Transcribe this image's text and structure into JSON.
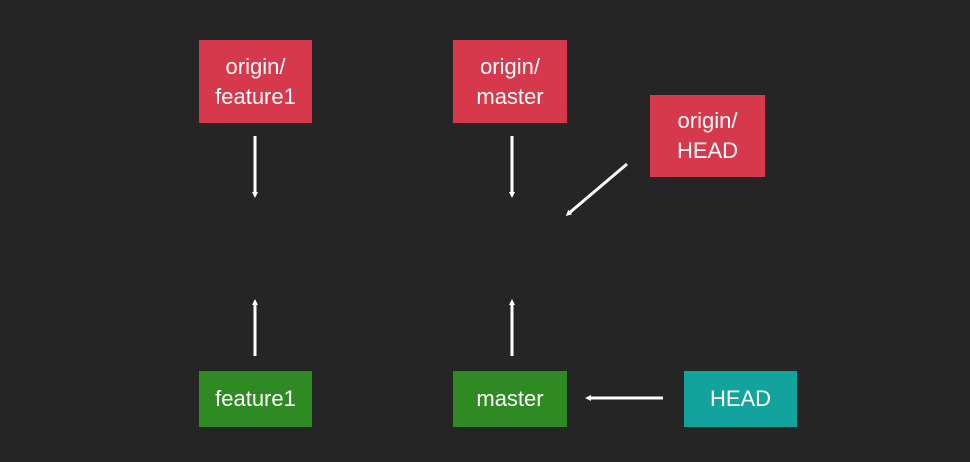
{
  "boxes": {
    "origin_feature1": {
      "line1": "origin/",
      "line2": "feature1"
    },
    "origin_master": {
      "line1": "origin/",
      "line2": "master"
    },
    "origin_head": {
      "line1": "origin/",
      "line2": "HEAD"
    },
    "feature1": {
      "label": "feature1"
    },
    "master": {
      "label": "master"
    },
    "head": {
      "label": "HEAD"
    }
  },
  "colors": {
    "background": "#252526",
    "remote_ref": "#d5394b",
    "local_branch": "#2f8a23",
    "head_ref": "#12a39c",
    "arrow": "#ffffff",
    "text": "#ffffff"
  }
}
